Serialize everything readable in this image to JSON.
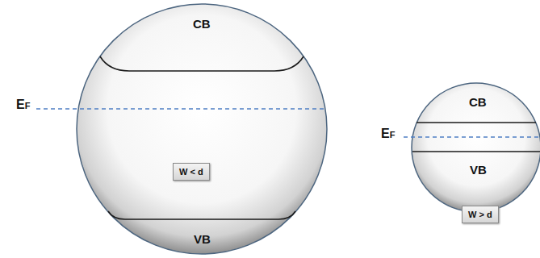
{
  "diagram": {
    "nodes": [
      {
        "text": [
          "W < d"
        ]
      },
      {
        "text": [
          "W > d"
        ]
      }
    ],
    "labels": [
      "CB",
      "EF",
      "VB",
      "CB",
      "EF",
      "VB"
    ]
  }
}
